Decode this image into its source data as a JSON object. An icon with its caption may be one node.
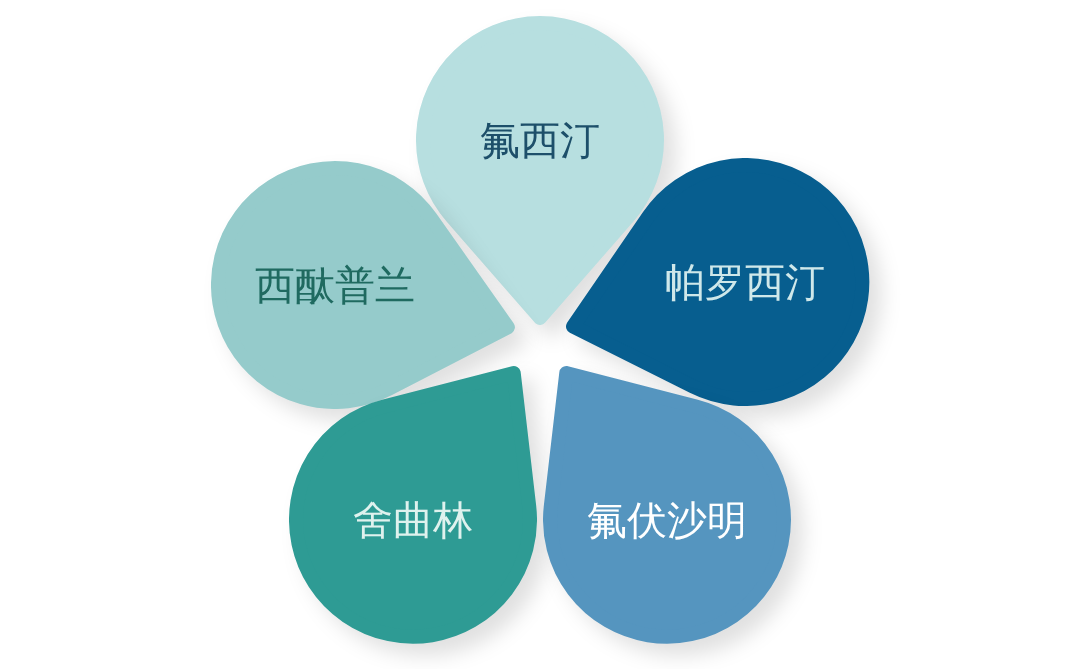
{
  "diagram": {
    "nodes": [
      {
        "text": [
          "氟西汀"
        ]
      },
      {
        "text": [
          "西酞普兰"
        ]
      },
      {
        "text": [
          "帕罗西汀"
        ]
      },
      {
        "text": [
          "舍曲林"
        ]
      },
      {
        "text": [
          "氟伏沙明"
        ]
      }
    ]
  }
}
